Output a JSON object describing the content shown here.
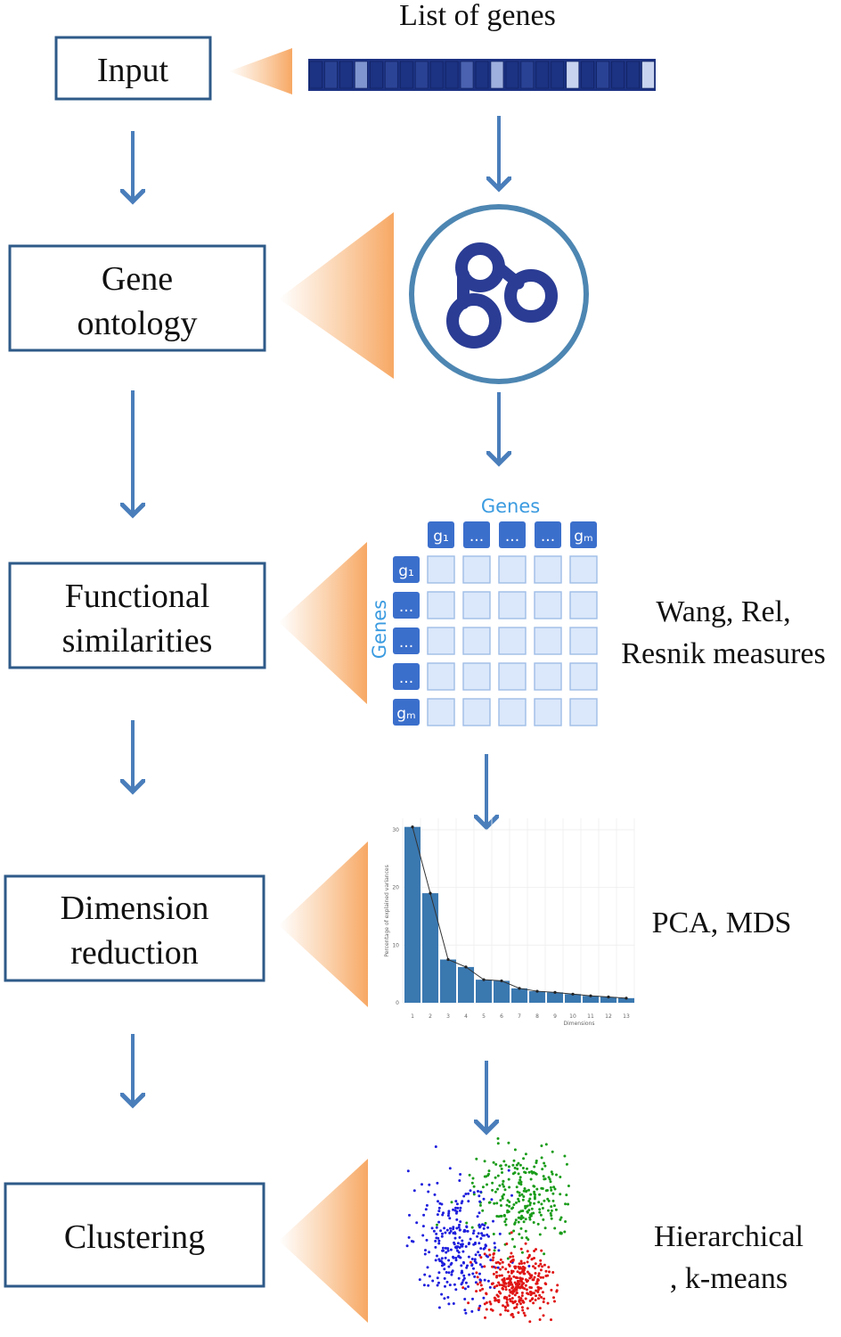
{
  "colors": {
    "box_border": "#2e5a88",
    "flow_arrow": "#4a7ebb",
    "funnel_orange": "#f7a864",
    "gene_bar_dark": "#1c3282",
    "matrix_header": "#3b6fcc",
    "matrix_cell": "#dbe8fb",
    "go_logo": "#2a3c94",
    "bar_blue": "#3a78b0",
    "cluster_blue": "#1f1fdd",
    "cluster_green": "#1a9c1a",
    "cluster_red": "#e01414"
  },
  "input": {
    "title": "List of genes",
    "gene_bar_shades": [
      "#1c3282",
      "#2a4294",
      "#1c3282",
      "#7f95cf",
      "#1c3282",
      "#2c4496",
      "#1c3282",
      "#2a4294",
      "#1c3282",
      "#1c3282",
      "#4a62b0",
      "#1c3282",
      "#9eb0de",
      "#1c3282",
      "#2a4294",
      "#1c3282",
      "#1c3282",
      "#c8d4ef",
      "#1c3282",
      "#2a4294",
      "#1c3282",
      "#1c3282",
      "#c8d4ef"
    ]
  },
  "steps": [
    {
      "id": "input",
      "lines": [
        "Input"
      ]
    },
    {
      "id": "gene-ontology",
      "lines": [
        "Gene",
        "ontology"
      ]
    },
    {
      "id": "functional-similarities",
      "lines": [
        "Functional",
        "similarities"
      ]
    },
    {
      "id": "dimension-reduction",
      "lines": [
        "Dimension",
        "reduction"
      ]
    },
    {
      "id": "clustering",
      "lines": [
        "Clustering"
      ]
    }
  ],
  "side_notes": {
    "similarity": [
      "Wang, Rel,",
      "Resnik  measures"
    ],
    "reduction": [
      "PCA, MDS"
    ],
    "clustering": [
      "Hierarchical",
      ", k-means"
    ]
  },
  "matrix": {
    "axis_label_top": "Genes",
    "axis_label_left": "Genes",
    "header_labels": [
      "g₁",
      "...",
      "...",
      "...",
      "gₘ"
    ]
  },
  "scree": {
    "ylabel": "Percentage of explained variances",
    "xlabel": "Dimensions",
    "values": [
      30.5,
      19.0,
      7.5,
      6.2,
      4.0,
      3.8,
      2.5,
      2.0,
      1.8,
      1.5,
      1.2,
      1.0,
      0.8
    ],
    "categories": [
      "1",
      "2",
      "3",
      "4",
      "5",
      "6",
      "7",
      "8",
      "9",
      "10",
      "11",
      "12",
      "13"
    ],
    "ytick_labels": [
      "30",
      "20",
      "10",
      "0"
    ],
    "ytick_values": [
      30,
      20,
      10,
      0
    ]
  }
}
